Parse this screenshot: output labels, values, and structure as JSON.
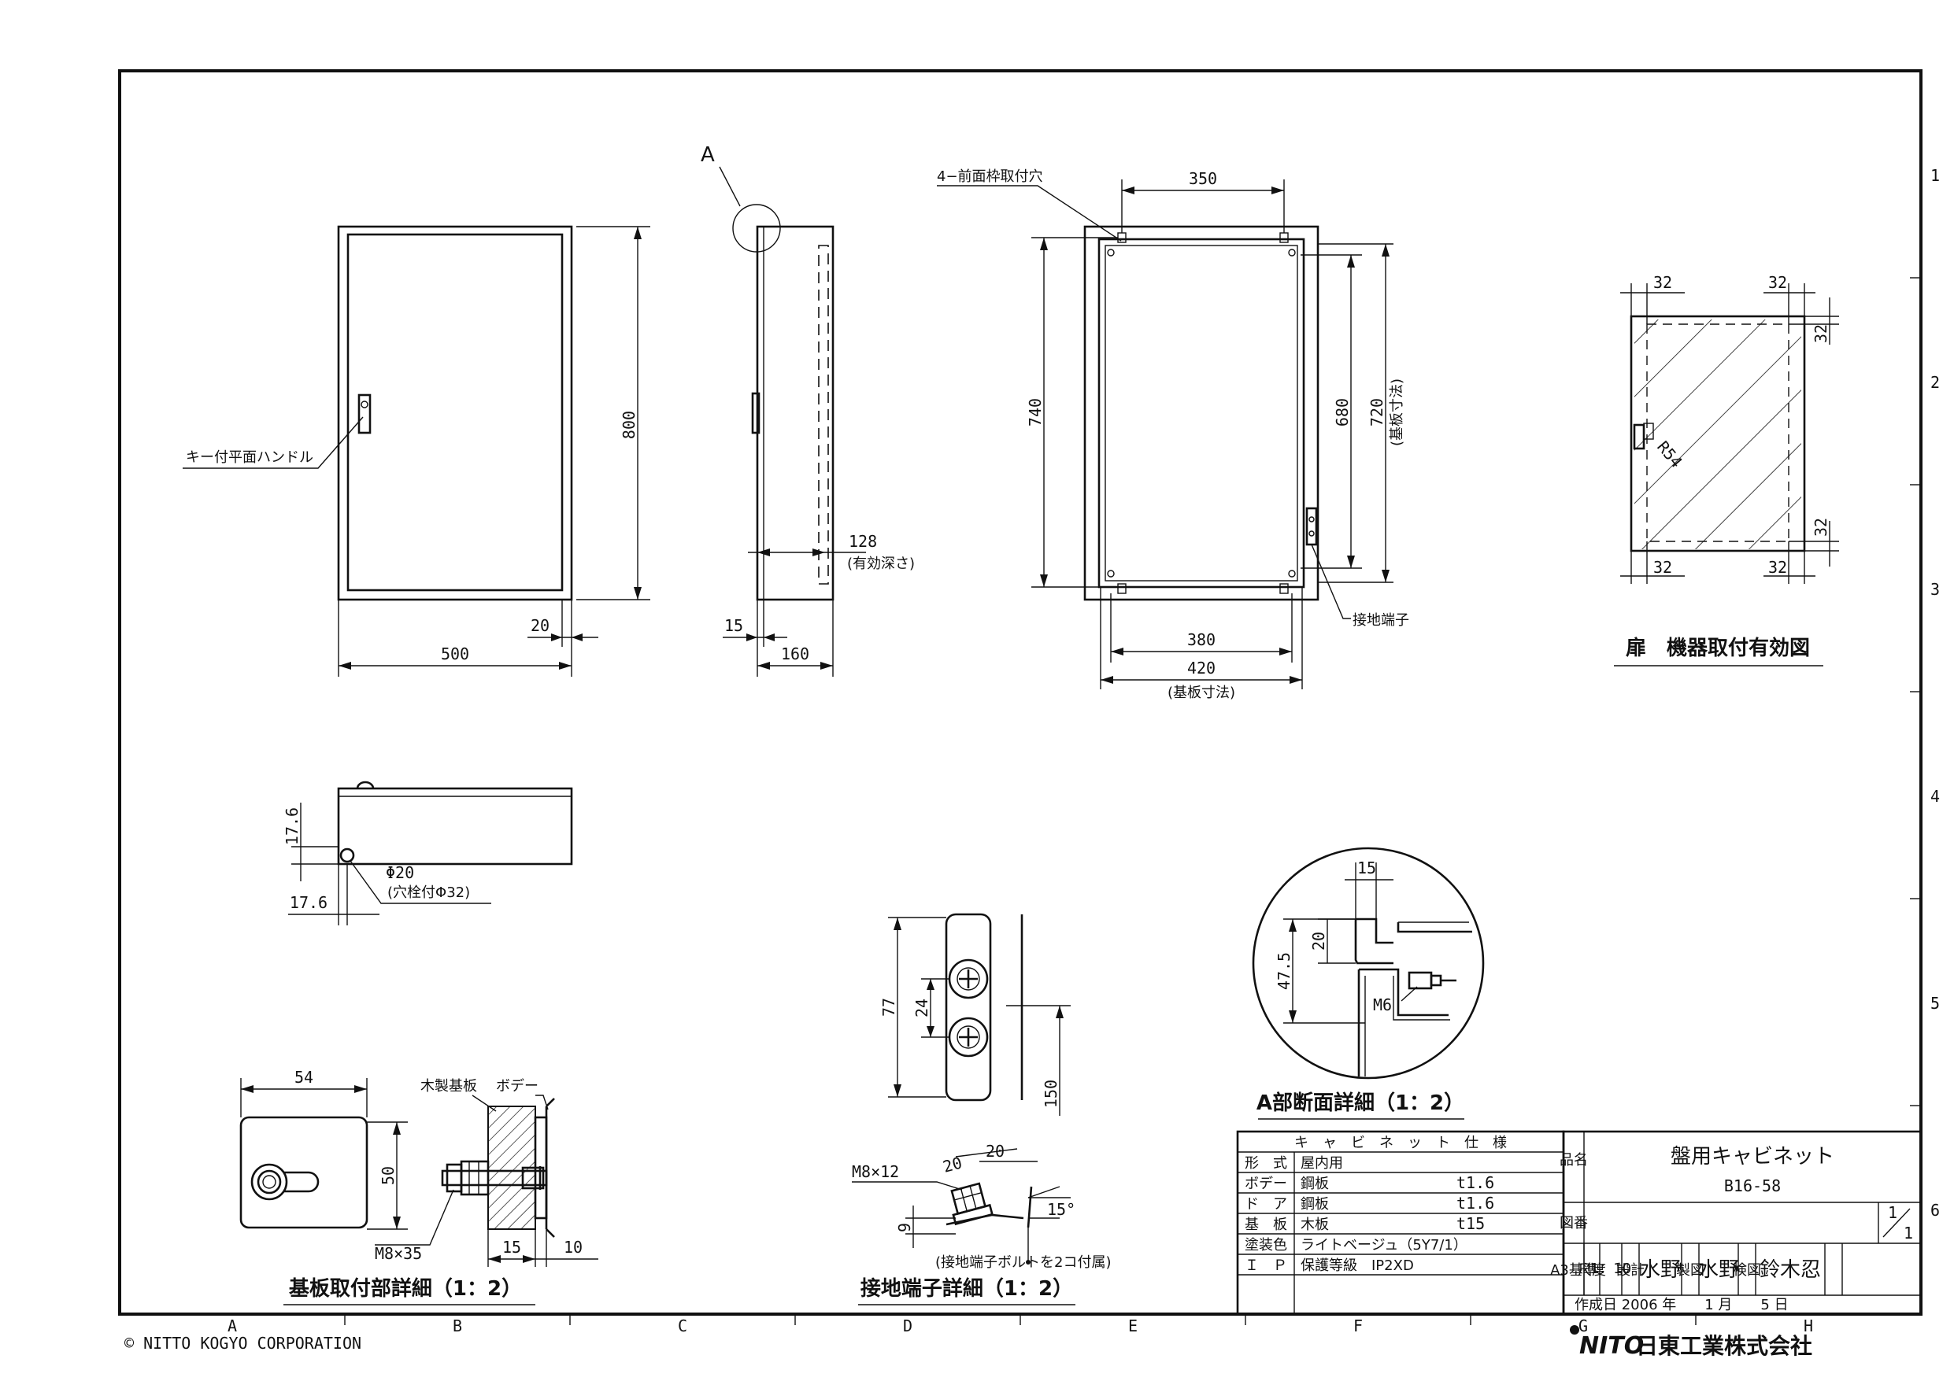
{
  "views": {
    "front": {
      "width": "500",
      "height": "800",
      "gap": "20",
      "handle_label": "キー付平面ハンドル"
    },
    "side": {
      "detail_mark": "A",
      "depth": "160",
      "flange": "15",
      "effective_depth": "128",
      "effective_depth_note": "(有効深さ)"
    },
    "interior": {
      "hole_label": "4−前面枠取付穴",
      "top_span": "350",
      "height": "740",
      "inner_680": "680",
      "inner_720": "720",
      "inner_note": "(基板寸法)",
      "ground_label": "接地端子",
      "bottom_380": "380",
      "bottom_420": "420",
      "bottom_note": "(基板寸法)"
    },
    "door_effective": {
      "dim_32": "32",
      "radius": "R54",
      "title": "扉　機器取付有効図"
    },
    "bottom_view": {
      "dim_y": "17.6",
      "dim_x": "17.6",
      "hole": "Φ20",
      "hole_note": "(穴栓付Φ32)"
    },
    "board_mount": {
      "width": "54",
      "height": "50",
      "wood_label": "木製基板",
      "body_label": "ボデー",
      "bolt": "M8×35",
      "d15": "15",
      "d10": "10",
      "title": "基板取付部詳細（1：2）"
    },
    "ground_terminal": {
      "d77": "77",
      "d24": "24",
      "d150": "150",
      "bolt": "M8×12",
      "d20a": "20",
      "d20b": "20",
      "d9": "9",
      "angle": "15°",
      "note": "(接地端子ボルトを2コ付属)",
      "title": "接地端子詳細（1：2）"
    },
    "section_a": {
      "d15": "15",
      "d20": "20",
      "d47": "47.5",
      "screw": "M6",
      "title": "A部断面詳細（1：2）"
    }
  },
  "spec_table": {
    "header": "キ　ャ　ビ　ネ　ッ　ト　仕　様",
    "rows": [
      {
        "label": "形　式",
        "material": "屋内用",
        "value": ""
      },
      {
        "label": "ボデー",
        "material": "鋼板",
        "value": "t1.6"
      },
      {
        "label": "ド　ア",
        "material": "鋼板",
        "value": "t1.6"
      },
      {
        "label": "基　板",
        "material": "木板",
        "value": "t15"
      },
      {
        "label": "塗装色",
        "material": "ライトベージュ（5Y7/1）",
        "value": ""
      },
      {
        "label": "Ｉ　Ｐ",
        "material": "保護等級　IP2XD",
        "value": ""
      }
    ]
  },
  "title_block": {
    "name_label": "品名",
    "name": "盤用キャビネット",
    "code": "B16-58",
    "drawing_no_label": "図番",
    "sheet_num": "1",
    "sheet_den": "1",
    "size_label": "A3基準",
    "scale_label": "尺度",
    "scale": "1：10",
    "design_label": "設計",
    "designer": "水野",
    "draw_label": "製図",
    "drafter": "水野",
    "check_label": "検図",
    "checker": "鈴木忍",
    "date": "作成日 2006 年　　1 月　　5 日"
  },
  "grid": {
    "columns": [
      "A",
      "B",
      "C",
      "D",
      "E",
      "F",
      "G",
      "H"
    ],
    "rows": [
      "1",
      "2",
      "3",
      "4",
      "5",
      "6"
    ]
  },
  "footer": {
    "copyright": "© NITTO KOGYO CORPORATION",
    "logo": "NITO",
    "company": "日東工業株式会社"
  }
}
